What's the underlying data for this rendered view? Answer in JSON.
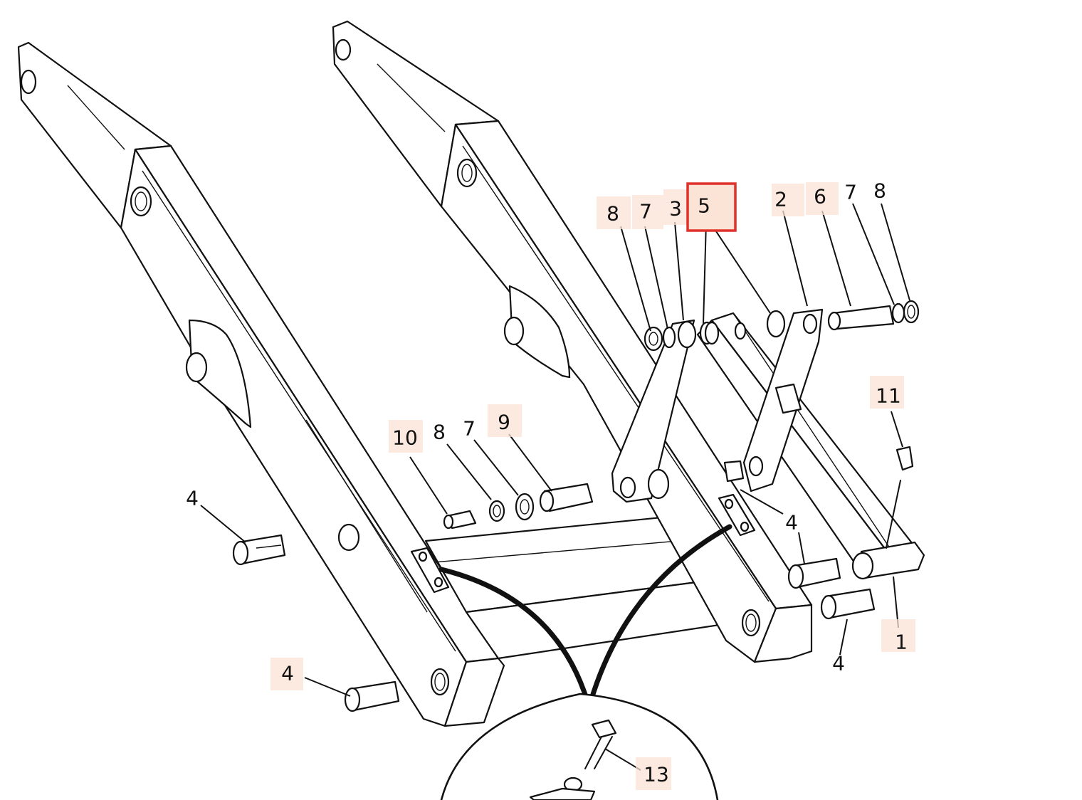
{
  "diagram": {
    "callouts": [
      {
        "id": "c-8a",
        "label": "8",
        "highlight": true
      },
      {
        "id": "c-7a",
        "label": "7",
        "highlight": true
      },
      {
        "id": "c-3",
        "label": "3",
        "highlight": true
      },
      {
        "id": "c-5",
        "label": "5",
        "highlight": true,
        "selected": true
      },
      {
        "id": "c-2",
        "label": "2",
        "highlight": true
      },
      {
        "id": "c-6",
        "label": "6",
        "highlight": true
      },
      {
        "id": "c-7b",
        "label": "7",
        "highlight": false
      },
      {
        "id": "c-8b",
        "label": "8",
        "highlight": false
      },
      {
        "id": "c-11",
        "label": "11",
        "highlight": true
      },
      {
        "id": "c-10",
        "label": "10",
        "highlight": true
      },
      {
        "id": "c-8c",
        "label": "8",
        "highlight": false
      },
      {
        "id": "c-7c",
        "label": "7",
        "highlight": false
      },
      {
        "id": "c-9",
        "label": "9",
        "highlight": true
      },
      {
        "id": "c-4a",
        "label": "4",
        "highlight": false
      },
      {
        "id": "c-4b",
        "label": "4",
        "highlight": false
      },
      {
        "id": "c-4c",
        "label": "4",
        "highlight": false
      },
      {
        "id": "c-4d",
        "label": "4",
        "highlight": true
      },
      {
        "id": "c-1",
        "label": "1",
        "highlight": true
      },
      {
        "id": "c-13",
        "label": "13",
        "highlight": true
      }
    ],
    "colors": {
      "ink": "#111111",
      "highlight_fill": "#fbe3d6",
      "selection_border": "#e0302a"
    }
  }
}
